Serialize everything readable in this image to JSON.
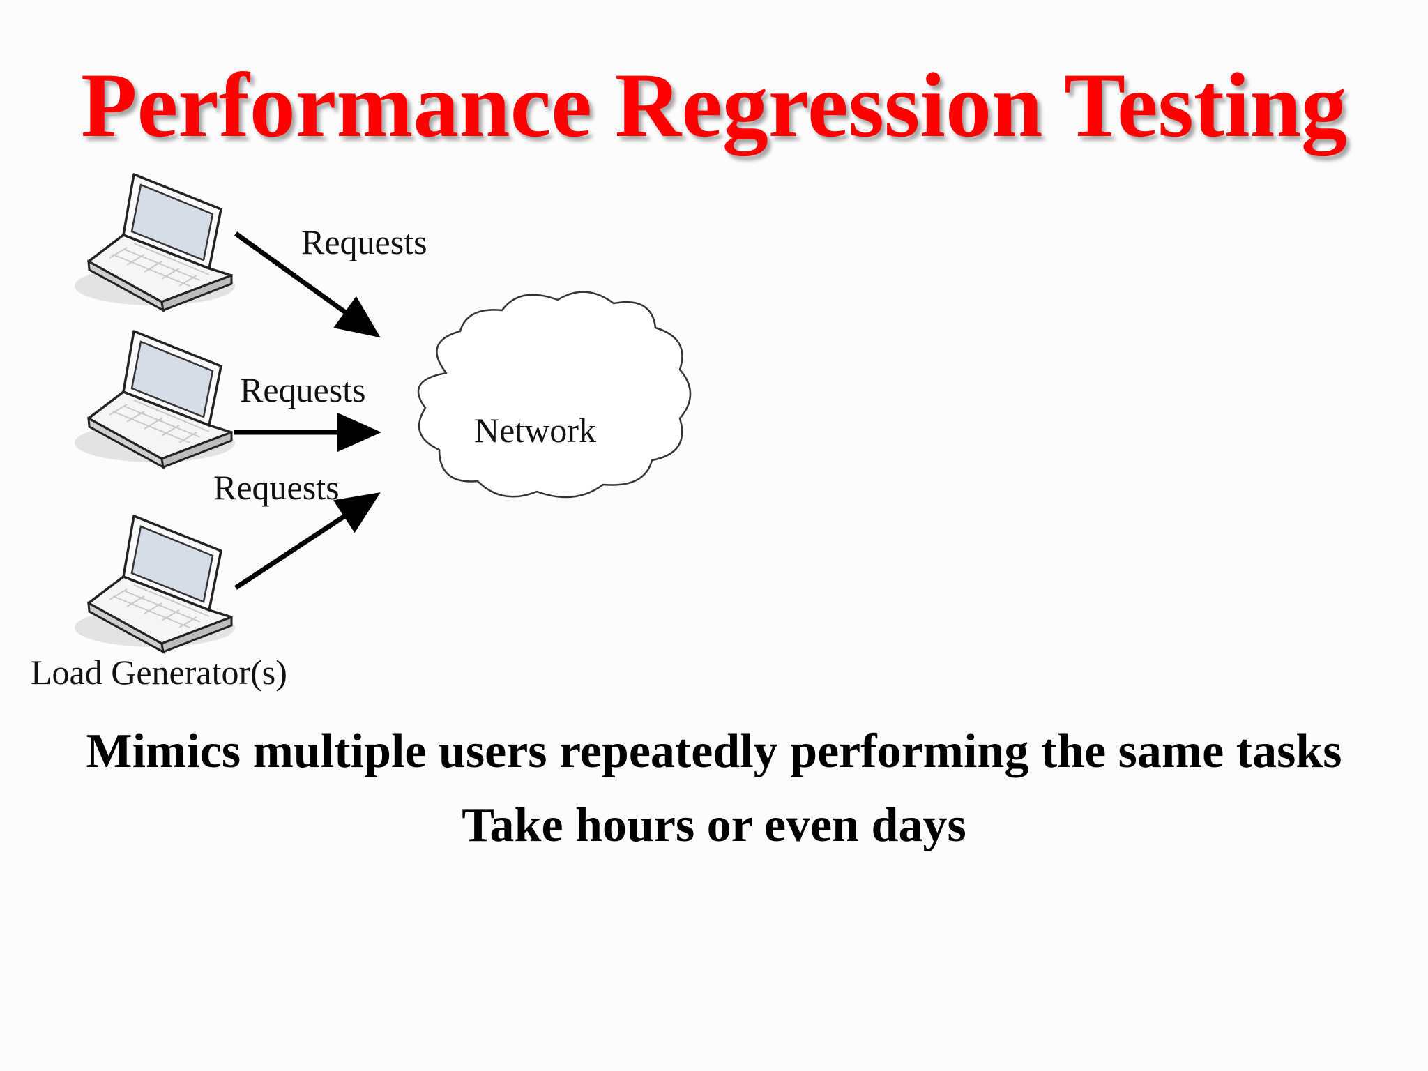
{
  "slide": {
    "title": "Performance Regression Testing",
    "title_color": "#ff0000"
  },
  "diagram": {
    "arrow_labels": [
      "Requests",
      "Requests",
      "Requests"
    ],
    "cloud_label": "Network",
    "generator_label": "Load Generator(s)",
    "nodes": [
      "laptop-icon",
      "laptop-icon",
      "laptop-icon",
      "cloud-icon"
    ]
  },
  "bullets": [
    "Mimics multiple users repeatedly performing the same tasks",
    "Take hours or even days"
  ]
}
